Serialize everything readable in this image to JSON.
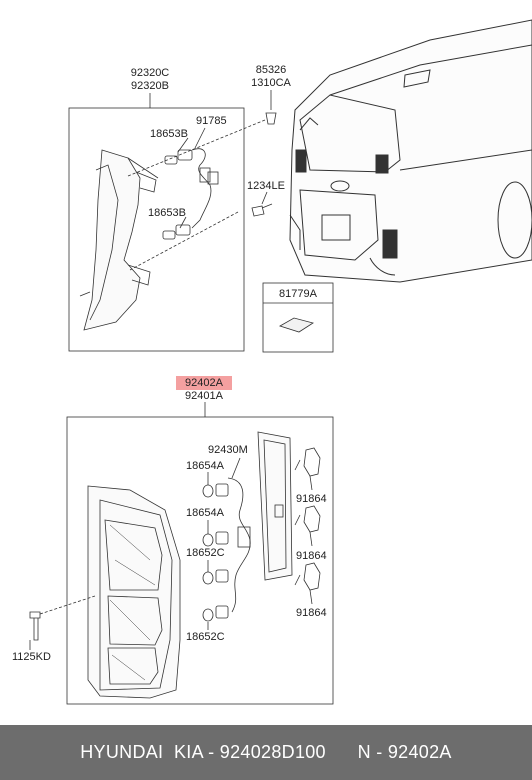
{
  "parts": {
    "p92320C": "92320C",
    "p92320B": "92320B",
    "p85326": "85326",
    "p1310CA": "1310CA",
    "p91785": "91785",
    "p18653B_1": "18653B",
    "p18653B_2": "18653B",
    "p1234LE": "1234LE",
    "p81779A": "81779A",
    "p92402A": "92402A",
    "p92401A": "92401A",
    "p92430M": "92430M",
    "p18654A_1": "18654A",
    "p18654A_2": "18654A",
    "p18652C_1": "18652C",
    "p18652C_2": "18652C",
    "p91864_1": "91864",
    "p91864_2": "91864",
    "p91864_3": "91864",
    "p1125KD": "1125KD"
  },
  "highlight_color": "#f4a0a0",
  "footer": {
    "text": "HYUNDAI  KIA - 924028D100      N - 92402A"
  }
}
